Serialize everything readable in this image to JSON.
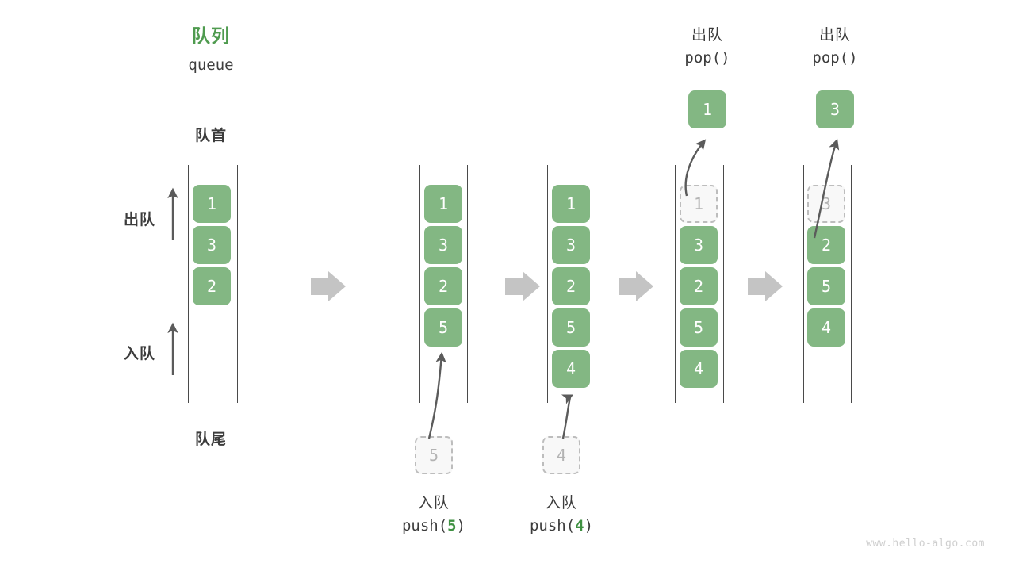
{
  "diagram": {
    "title_cn": "队列",
    "title_en": "queue",
    "front_label": "队首",
    "rear_label": "队尾",
    "dequeue_side_label": "出队",
    "enqueue_side_label": "入队",
    "watermark": "www.hello-algo.com",
    "colors": {
      "cell_fill": "#83b783",
      "cell_text": "#ffffff",
      "ghost_fill": "#f8f8f8",
      "ghost_border": "#bdbdbd",
      "ghost_text": "#b3b3b3",
      "title_green": "#4f9b4f",
      "text_dark": "#3c3c3c",
      "rail": "#4a4a4a",
      "arrow_gray": "#c4c4c4",
      "thin_arrow": "#5b5b5b",
      "watermark": "#cfcfcf"
    }
  },
  "steps": [
    {
      "id": "initial",
      "cells": [
        "1",
        "3",
        "2"
      ],
      "ghost_top": null,
      "result": null,
      "op_cn": null,
      "op_code_prefix": null,
      "op_code_arg": null,
      "op_code_suffix": null,
      "incoming": null
    },
    {
      "id": "push-5",
      "cells": [
        "1",
        "3",
        "2",
        "5"
      ],
      "ghost_top": null,
      "result": null,
      "op_cn": "入队",
      "op_code_prefix": "push(",
      "op_code_arg": "5",
      "op_code_suffix": ")",
      "incoming": "5"
    },
    {
      "id": "push-4",
      "cells": [
        "1",
        "3",
        "2",
        "5",
        "4"
      ],
      "ghost_top": null,
      "result": null,
      "op_cn": "入队",
      "op_code_prefix": "push(",
      "op_code_arg": "4",
      "op_code_suffix": ")",
      "incoming": "4"
    },
    {
      "id": "pop-1",
      "cells": [
        "3",
        "2",
        "5",
        "4"
      ],
      "ghost_top": "1",
      "result": "1",
      "op_cn": "出队",
      "op_code_prefix": "pop(",
      "op_code_arg": "",
      "op_code_suffix": ")",
      "incoming": null
    },
    {
      "id": "pop-3",
      "cells": [
        "2",
        "5",
        "4"
      ],
      "ghost_top": "3",
      "result": "3",
      "op_cn": "出队",
      "op_code_prefix": "pop(",
      "op_code_arg": "",
      "op_code_suffix": ")",
      "incoming": null
    }
  ]
}
